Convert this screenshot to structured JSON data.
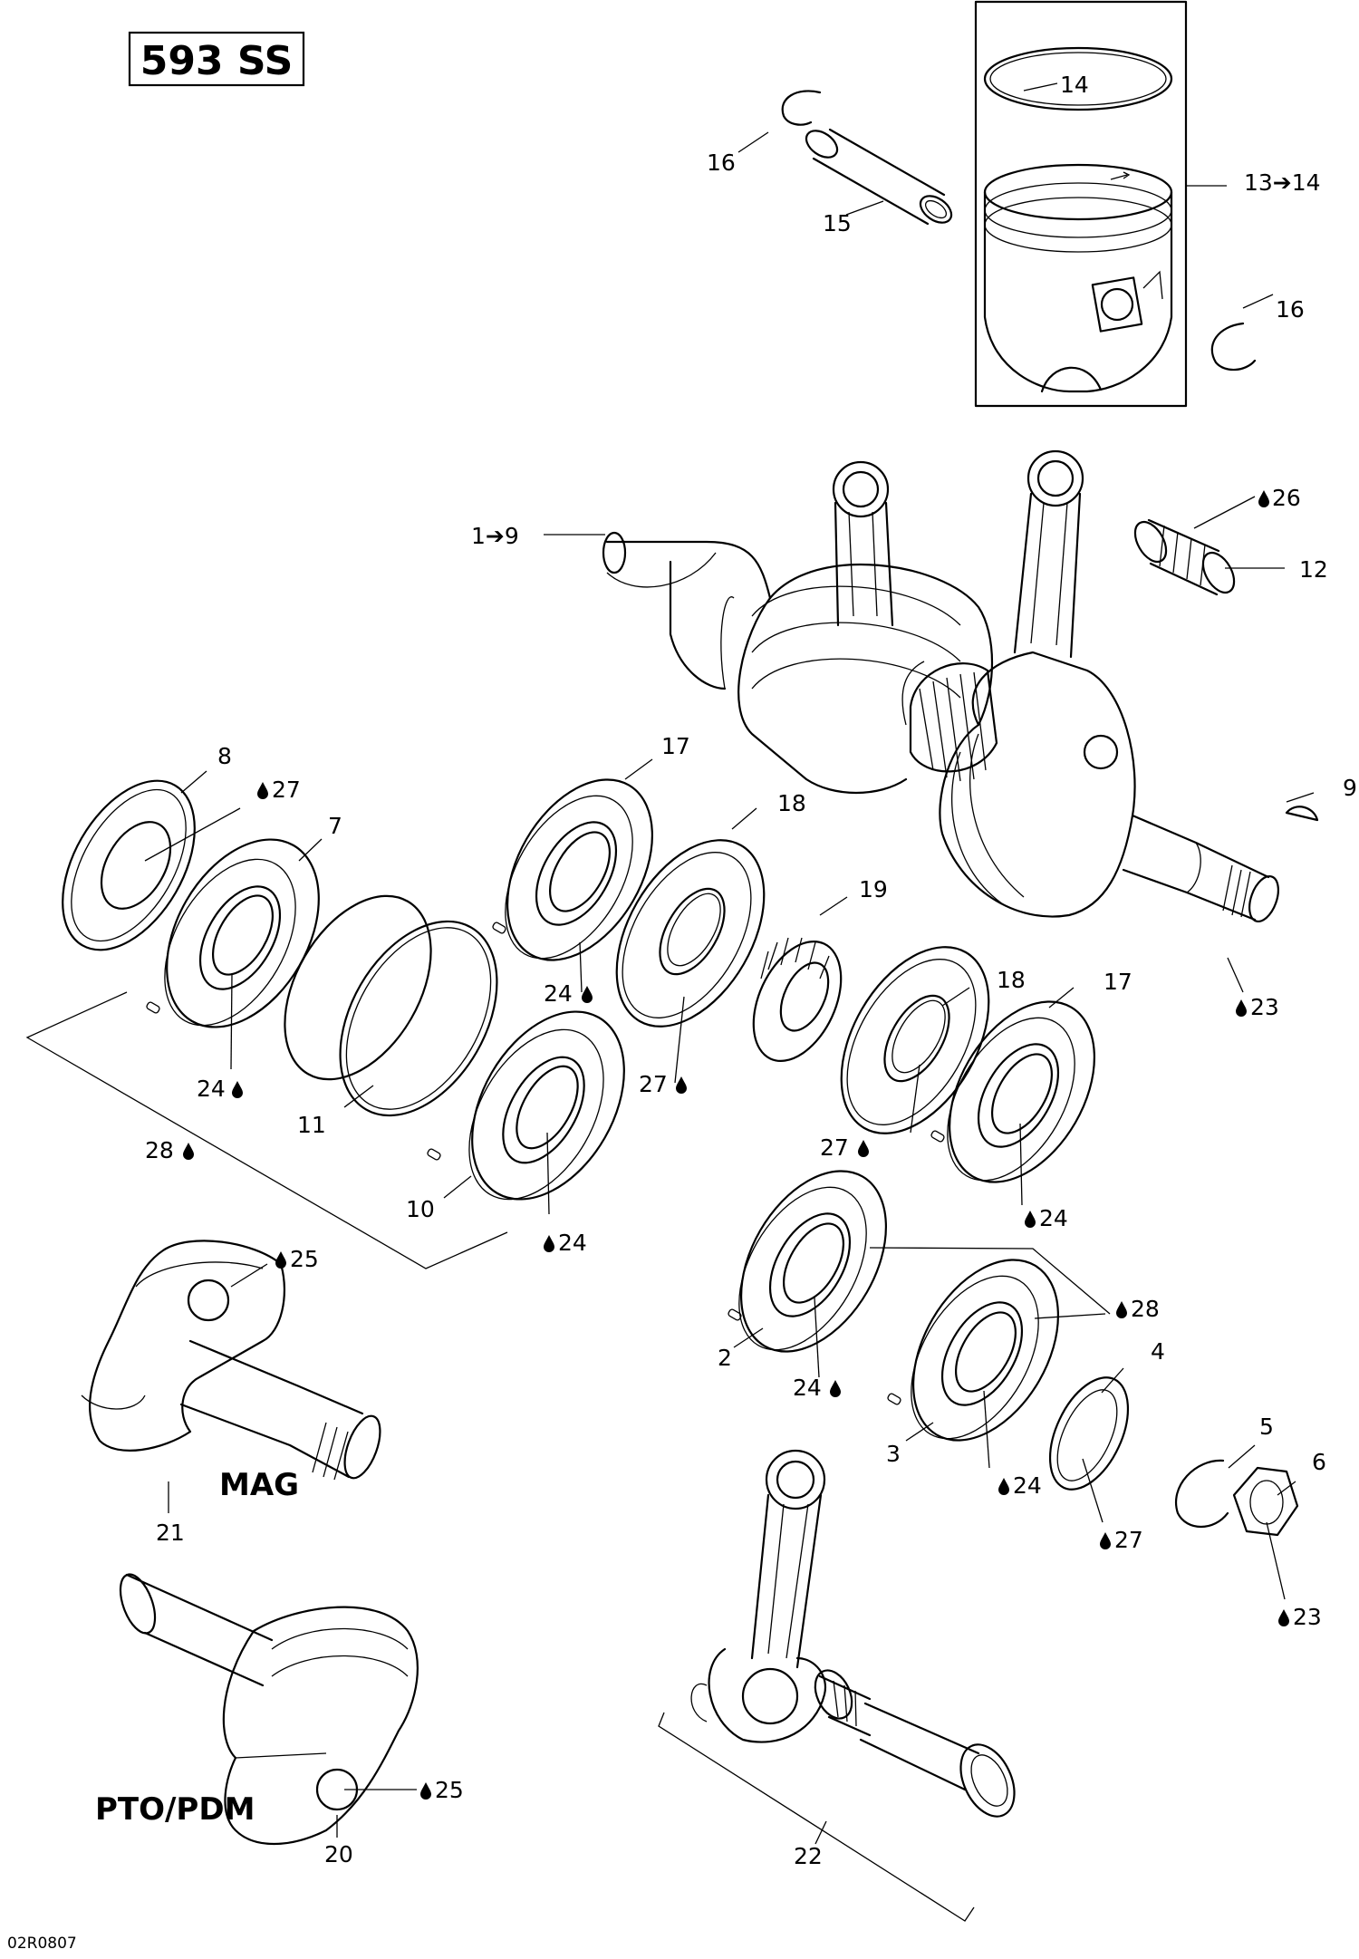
{
  "title": "593 SS",
  "drawing_code": "02R0807",
  "labels": {
    "mag": "MAG",
    "pto": "PTO/PDM"
  },
  "callouts": {
    "c14": "14",
    "c16a": "16",
    "c15": "15",
    "c13": "13➔14",
    "c16b": "16",
    "c1": "1➔9",
    "c26": "26",
    "c12": "12",
    "c8": "8",
    "c27a": "27",
    "c7": "7",
    "c17a": "17",
    "c18a": "18",
    "c19": "19",
    "c9": "9",
    "c24a": "24",
    "c27b": "27",
    "c18b": "18",
    "c17b": "17",
    "c23a": "23",
    "c24b": "24",
    "c11": "11",
    "c28a": "28",
    "c27c": "27",
    "c10": "10",
    "c24c": "24",
    "c24d": "24",
    "c25a": "25",
    "c28b": "28",
    "c2": "2",
    "c4": "4",
    "c24e": "24",
    "c3": "3",
    "c24f": "24",
    "c5": "5",
    "c6": "6",
    "c21": "21",
    "c27d": "27",
    "c23b": "23",
    "c25b": "25",
    "c20": "20",
    "c22": "22"
  },
  "icons": {
    "lubricant": "oil-drop-icon",
    "arrow": "arrow-right-icon"
  }
}
